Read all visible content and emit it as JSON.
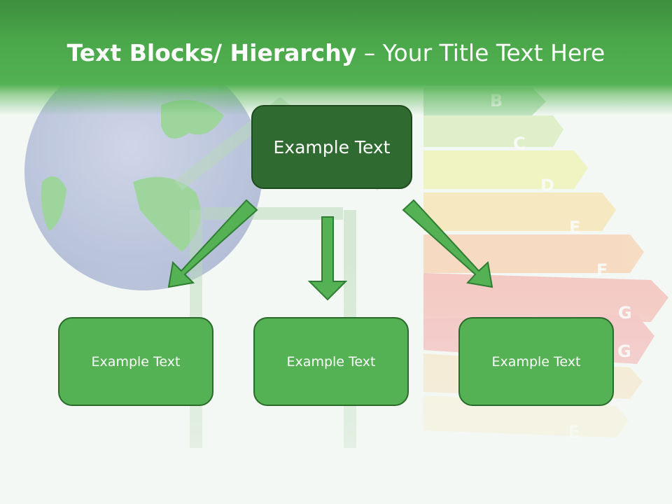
{
  "title": {
    "bold": "Text Blocks/ Hierarchy",
    "rest": " – Your Title Text Here"
  },
  "top_box": {
    "label": "Example Text"
  },
  "child_boxes": [
    {
      "label": "Example Text"
    },
    {
      "label": "Example Text"
    },
    {
      "label": "Example Text"
    }
  ],
  "energy_labels": [
    "B",
    "C",
    "D",
    "E",
    "F",
    "G",
    "G",
    "E"
  ],
  "colors": {
    "header_green": "#4aa84a",
    "top_box": "#2f6b30",
    "child_box": "#54b254",
    "arrow": "#54b254"
  }
}
